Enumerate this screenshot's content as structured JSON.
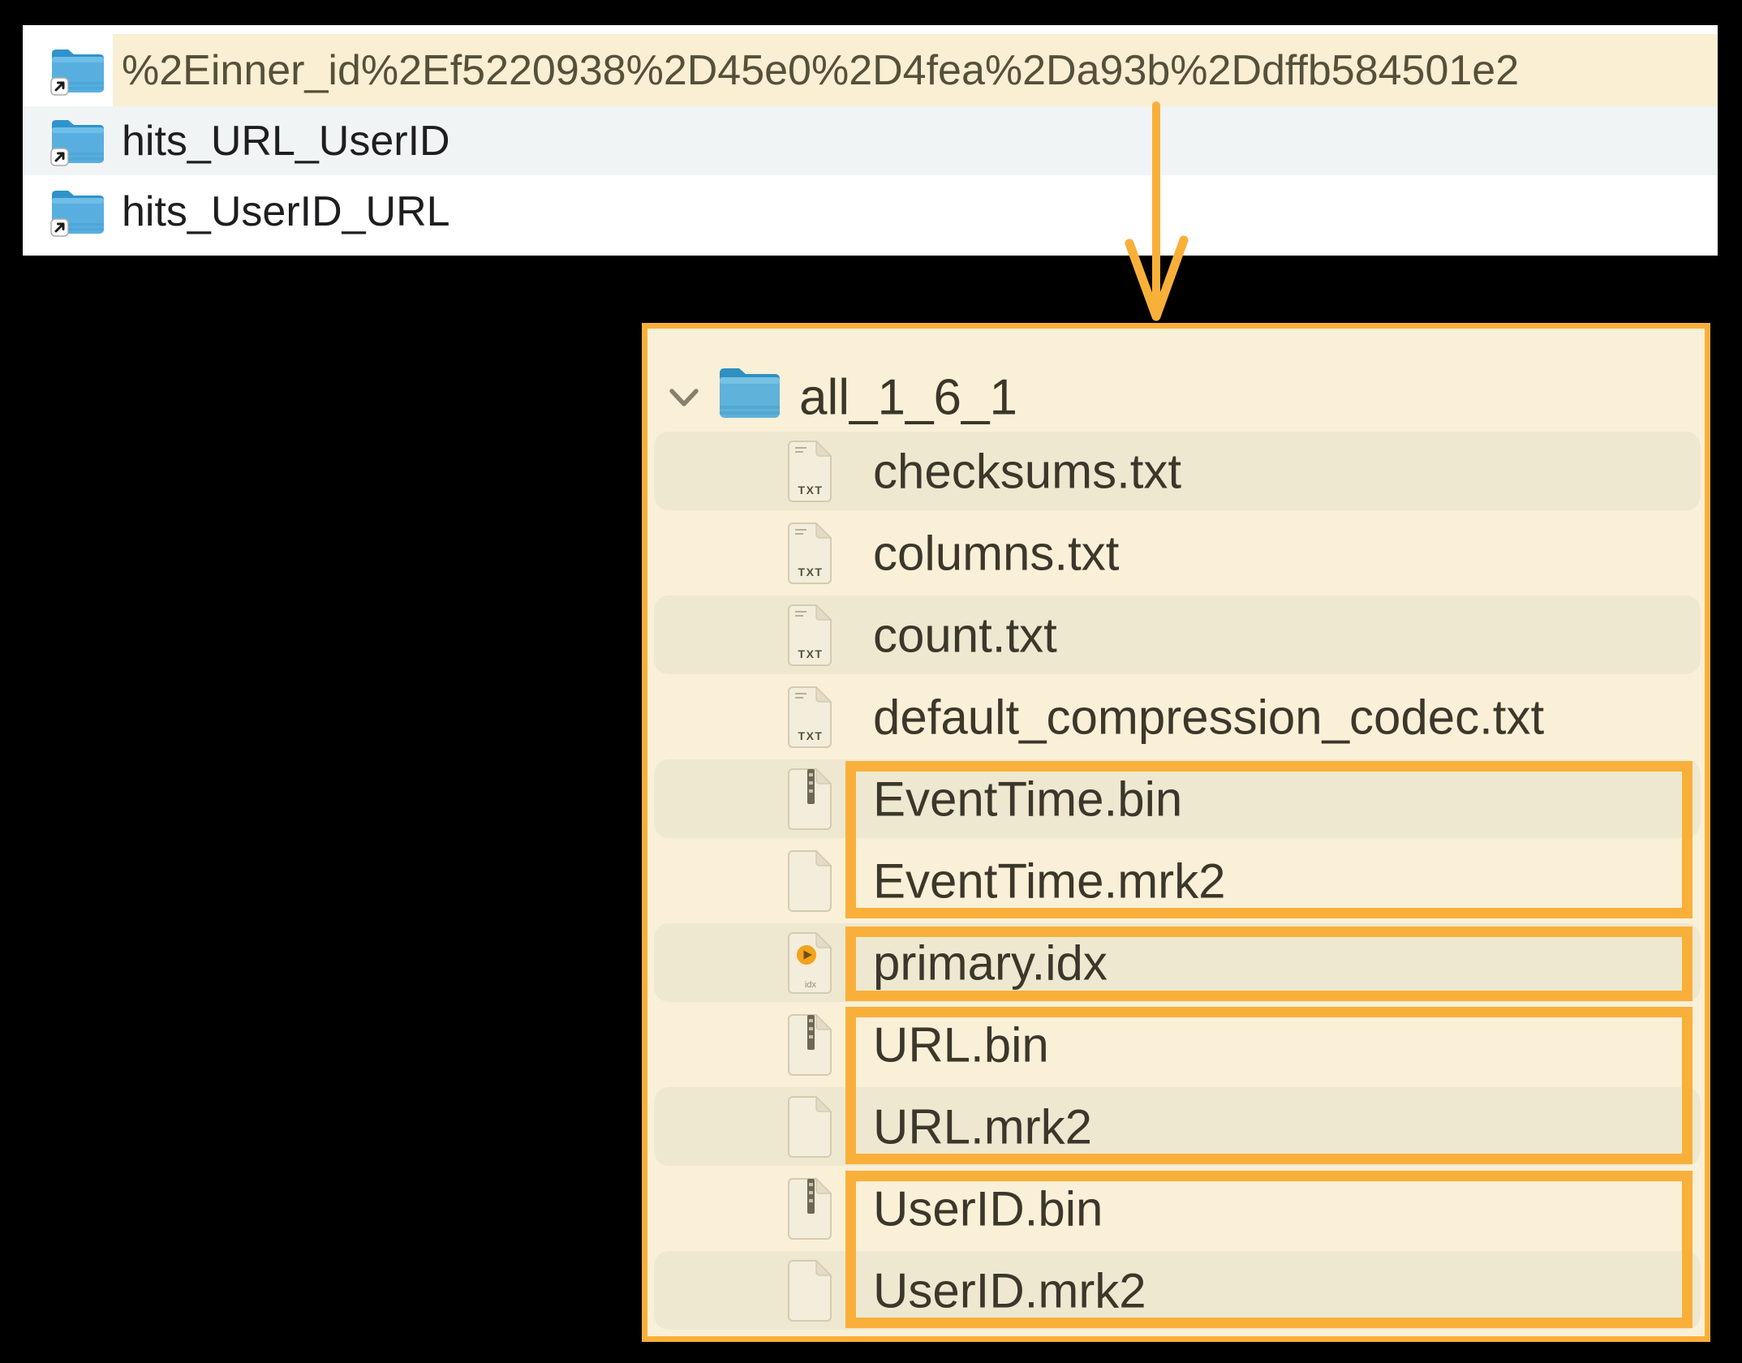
{
  "colors": {
    "accent_orange": "#F9B03A",
    "selected_row_highlight": "#FAEED3",
    "panel_background": "#FAF0D7",
    "panel_row_stripe": "#EEE8D0",
    "alt_row_gray": "#F1F4F4",
    "folder_blue": "#58AFDF",
    "panel_text": "#3C372B",
    "list_text": "#1E1E20"
  },
  "finder_list": {
    "items": [
      {
        "label": "%2Einner_id%2Ef5220938%2D45e0%2D4fea%2Da93b%2Ddffb584501e2",
        "icon": "alias-folder",
        "highlighted": true
      },
      {
        "label": "hits_URL_UserID",
        "icon": "alias-folder",
        "highlighted": false
      },
      {
        "label": "hits_UserID_URL",
        "icon": "alias-folder",
        "highlighted": false
      }
    ]
  },
  "annotation": {
    "arrow": "down-arrow from highlighted inner_id folder to expanded part contents panel"
  },
  "tree_panel": {
    "root": {
      "label": "all_1_6_1",
      "icon": "folder",
      "expanded": true
    },
    "files": [
      {
        "name": "checksums.txt",
        "icon": "txt-file",
        "boxed": false
      },
      {
        "name": "columns.txt",
        "icon": "txt-file",
        "boxed": false
      },
      {
        "name": "count.txt",
        "icon": "txt-file",
        "boxed": false
      },
      {
        "name": "default_compression_codec.txt",
        "icon": "txt-file",
        "boxed": false
      },
      {
        "name": "EventTime.bin",
        "icon": "bin-file",
        "boxed": true
      },
      {
        "name": "EventTime.mrk2",
        "icon": "mrk2-file",
        "boxed": true
      },
      {
        "name": "primary.idx",
        "icon": "idx-file",
        "boxed": true
      },
      {
        "name": "URL.bin",
        "icon": "bin-file",
        "boxed": true
      },
      {
        "name": "URL.mrk2",
        "icon": "mrk2-file",
        "boxed": true
      },
      {
        "name": "UserID.bin",
        "icon": "bin-file",
        "boxed": true
      },
      {
        "name": "UserID.mrk2",
        "icon": "mrk2-file",
        "boxed": true
      }
    ],
    "txt_icon_label": "TXT",
    "idx_icon_label": "idx"
  }
}
